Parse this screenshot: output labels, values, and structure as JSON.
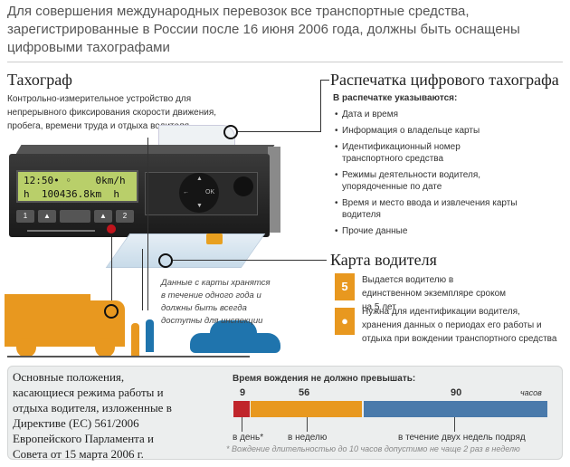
{
  "intro": "Для совершения международных перевозок все транспортные средства, зарегистрированные в России после 16 июня 2006 года, должны быть оснащены цифровыми тахографами",
  "tachograph": {
    "title": "Тахограф",
    "description": "Контрольно-измерительное устройство для непрерывного фиксирования скорости движения, пробега, времени труда и отдыха водителя",
    "display_line1": "12:50• ◦    0km/h",
    "display_line2": "h  100436.8km  h",
    "buttons": [
      "1",
      "▲",
      "",
      "▲",
      "2"
    ],
    "dpad": {
      "up": "▲",
      "down": "▼",
      "left": "←",
      "ok": "OK"
    }
  },
  "printout": {
    "title": "Распечатка цифрового тахографа",
    "subtitle": "В распечатке указываются:",
    "items": [
      "Дата и время",
      "Информация о владельце карты",
      "Идентификационный номер транспортного средства",
      "Режимы деятельности водителя, упорядоченные по дате",
      "Время и место ввода и извлечения карты водителя",
      "Прочие данные"
    ]
  },
  "card": {
    "title": "Карта водителя",
    "storage_note": "Данные с карты хранятся в течение одного года и должны быть всегда доступны для инспекции",
    "items": [
      {
        "icon": "calendar-icon",
        "icon_text": "5",
        "text": "Выдается водителю в единственном экземпляре сроком на 5 лет"
      },
      {
        "icon": "person-icon",
        "text": "Нужна для идентификации водителя, хранения данных о периодах его работы и отдыха при вождении транспортного средства"
      }
    ]
  },
  "rules": {
    "title": "Основные положения, касающиеся режима работы и отдыха водителя, изложенные в Директиве (ЕС) 561/2006 Европейского Парламента и Совета от 15 марта 2006 г.",
    "chart_title": "Время вождения не должно превышать:",
    "unit": "часов",
    "footnote": "* Вождение длительностью до 10 часов допустимо не чаще 2 раз в неделю",
    "segments": [
      {
        "value": "9",
        "label": "в день*",
        "color": "#c0252b"
      },
      {
        "value": "56",
        "label": "в неделю",
        "color": "#e8981f"
      },
      {
        "value": "90",
        "label": "в течение двух недель подряд",
        "color": "#4a7aab"
      }
    ]
  }
}
